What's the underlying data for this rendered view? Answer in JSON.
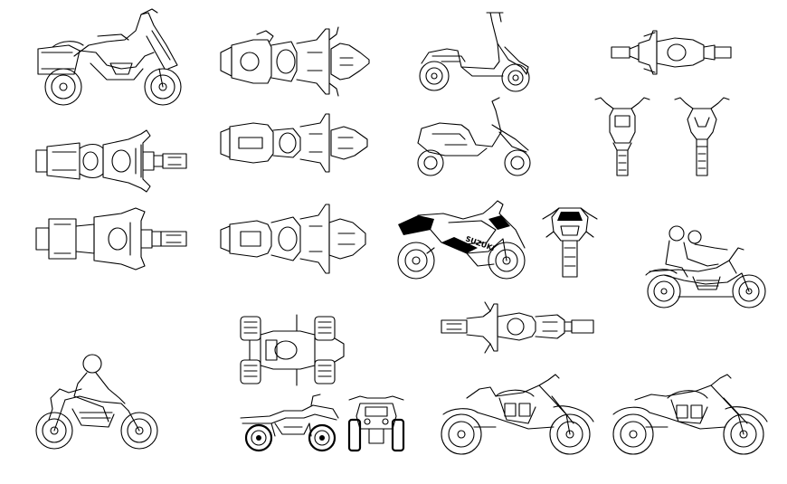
{
  "sheet": {
    "background": "#ffffff",
    "line_color": "#000000",
    "tank_decal_text": "SUZUKI"
  },
  "blocks": [
    {
      "id": "touring-side",
      "view": "side"
    },
    {
      "id": "touring-top-1",
      "view": "top"
    },
    {
      "id": "touring-top-2",
      "view": "top"
    },
    {
      "id": "cruiser-top-1",
      "view": "top"
    },
    {
      "id": "cruiser-top-2",
      "view": "top"
    },
    {
      "id": "cruiser-top-3",
      "view": "top"
    },
    {
      "id": "scooter-side-1",
      "view": "side"
    },
    {
      "id": "scooter-side-2",
      "view": "side"
    },
    {
      "id": "scooter-top",
      "view": "top"
    },
    {
      "id": "scooter-rear",
      "view": "rear"
    },
    {
      "id": "scooter-front",
      "view": "front"
    },
    {
      "id": "sportbike-side",
      "view": "side"
    },
    {
      "id": "sportbike-front",
      "view": "front"
    },
    {
      "id": "cruiser-riders-side",
      "view": "side"
    },
    {
      "id": "bike-top-long",
      "view": "top"
    },
    {
      "id": "atv-top",
      "view": "top"
    },
    {
      "id": "atv-side",
      "view": "side"
    },
    {
      "id": "atv-front",
      "view": "front"
    },
    {
      "id": "rider-naked-bike-side",
      "view": "side"
    },
    {
      "id": "chopper-side-1",
      "view": "side"
    },
    {
      "id": "chopper-side-2",
      "view": "side"
    }
  ]
}
